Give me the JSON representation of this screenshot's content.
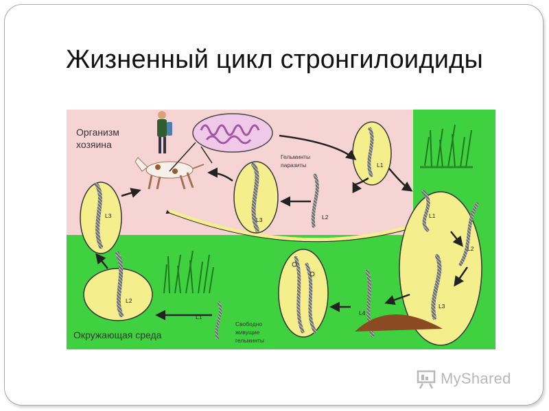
{
  "slide": {
    "title": "Жизненный цикл стронгилоидиды"
  },
  "diagram": {
    "host_label_line1": "Организм",
    "host_label_line2": "хозяина",
    "env_label": "Окружающая среда",
    "parasitic_label_line1": "Гельминты",
    "parasitic_label_line2": "паразиты",
    "freeliving_label_line1": "Свободно",
    "freeliving_label_line2": "живущие",
    "freeliving_label_line3": "гельминты",
    "stages": {
      "l3_left": "L3",
      "l3_host": "L3",
      "l2_host": "L2",
      "l1_host": "L1",
      "l1_big": "L1",
      "l2_big": "L2",
      "l3_big": "L3",
      "l4": "L4",
      "l2_env": "L2",
      "l1_env": "L1"
    },
    "colors": {
      "host_bg": "#f7d4d4",
      "env_bg": "#3fd13f",
      "ellipse_fill": "#f4ee8c",
      "arrow": "#222222"
    }
  },
  "watermark": {
    "text": "MyShared"
  }
}
